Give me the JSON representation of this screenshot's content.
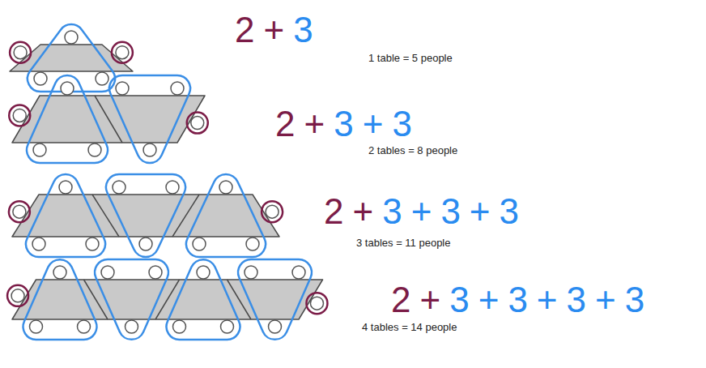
{
  "diagram": {
    "labels": [
      "2",
      "+",
      "3",
      "1 table = 5 people",
      "2",
      "+",
      "3",
      "+",
      "3",
      "2 tables = 8 people",
      "2",
      "+",
      "3",
      "+",
      "3",
      "+",
      "3",
      "3 tables = 11 people",
      "2",
      "+",
      "3",
      "+",
      "3",
      "+",
      "3",
      "+",
      "3",
      "4 tables = 14 people"
    ]
  }
}
